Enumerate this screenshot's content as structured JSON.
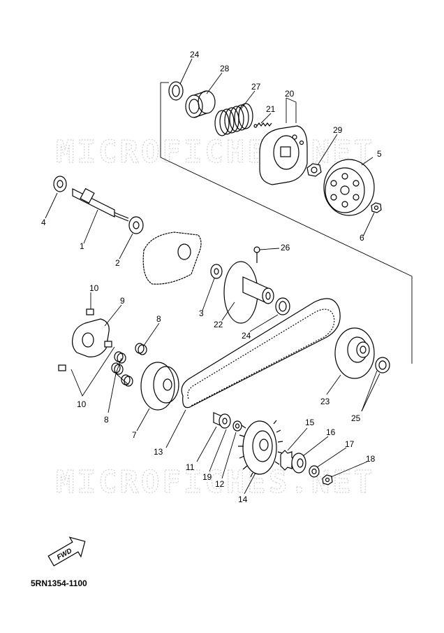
{
  "watermark": {
    "top_text": "MICROFICHES.NET",
    "bottom_text": "MICROFICHES.NET"
  },
  "diagram_code": "5RN1354-1100",
  "fwd_label": "FWD",
  "callouts": {
    "c1": "1",
    "c2": "2",
    "c3": "3",
    "c4": "4",
    "c5": "5",
    "c6": "6",
    "c7": "7",
    "c8a": "8",
    "c8b": "8",
    "c9": "9",
    "c10a": "10",
    "c10b": "10",
    "c11": "11",
    "c12": "12",
    "c13": "13",
    "c14": "14",
    "c15": "15",
    "c16": "16",
    "c17": "17",
    "c18": "18",
    "c19": "19",
    "c20": "20",
    "c21": "21",
    "c22": "22",
    "c23": "23",
    "c24a": "24",
    "c24b": "24",
    "c25": "25",
    "c26": "26",
    "c27": "27",
    "c28": "28",
    "c29": "29"
  }
}
